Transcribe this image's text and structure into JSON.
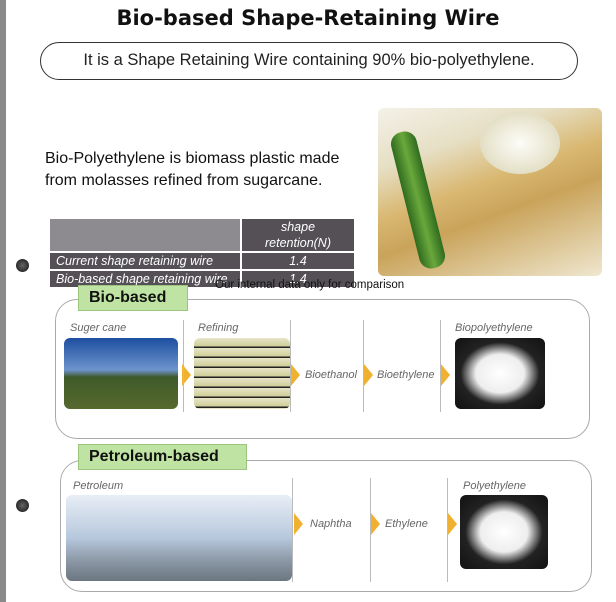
{
  "title": "Bio-based Shape-Retaining Wire",
  "subtitle": "It is a Shape Retaining Wire containing 90% bio-polyethylene.",
  "intro": [
    "Bio-Polyethylene is biomass plastic made",
    "from molasses refined from sugarcane."
  ],
  "table": {
    "header": [
      "",
      "shape retention(N)"
    ],
    "rows": [
      [
        "Current shape retaining wire",
        "1.4"
      ],
      [
        "Bio-based shape retaining wire",
        "1.4"
      ]
    ]
  },
  "note": "Our internal data only for comparison",
  "bio": {
    "label": "Bio-based",
    "steps": [
      "Suger cane",
      "Refining",
      "Bioethanol",
      "Bioethylene",
      "Biopolyethylene"
    ]
  },
  "petro": {
    "label": "Petroleum-based",
    "steps": [
      "Petroleum",
      "Naphtha",
      "Ethylene",
      "Polyethylene"
    ]
  },
  "colors": {
    "tag": "#bfe3a2",
    "chevron": "#f0b030",
    "table_cell": "#545056"
  }
}
